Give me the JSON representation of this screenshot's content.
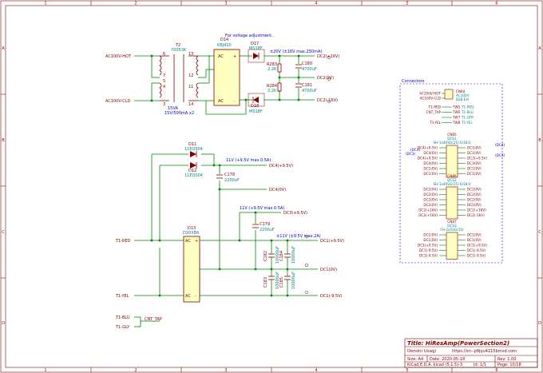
{
  "frame": {
    "col_labels": [
      "1",
      "2",
      "3",
      "4",
      "5",
      "6"
    ],
    "row_labels": [
      "A",
      "B",
      "C",
      "D"
    ]
  },
  "notes": {
    "voltage_adjust": "For voltage adjustment.",
    "v20": "±20V (±16V max.250mA)",
    "v11a": "11V (+9.5V max.0.5A)",
    "v11b": "11V (+9.5V max.0.5A)",
    "v11c": "±11V (±9.5V max.2A)",
    "t2_rating": "15VA",
    "t2_out": "15V/500mA x2"
  },
  "ports": {
    "ac_hot": "AC100V-HOT",
    "ac_cld": "AC100V-CLD",
    "t1_red": "T1-RED",
    "t1_yel": "T1-YEL",
    "t1_blu": "T1-BLU",
    "t1_gly": "T1-GLY",
    "dc2_p16": "DC2(+16V)",
    "dc2_0": "DC2(0V)",
    "dc2_m16": "DC2(-16V)",
    "dc4_p95": "DC4(+9.5V)",
    "dc4_0": "DC4(0V)",
    "dc3_p95": "DC3(+9.5V)",
    "dc1_p95": "DC1(+9.5V)",
    "dc1_0": "DC1(0V)",
    "dc1_m95": "DC1(-9.5V)",
    "cnt_tap": "CNT_TAP"
  },
  "parts": {
    "t2": {
      "ref": "T2",
      "val": "70053K",
      "pins": [
        "6",
        "7",
        "5",
        "4",
        "3",
        "13",
        "12",
        "11",
        "14"
      ]
    },
    "d14": {
      "ref": "D14",
      "val": "KBJ410"
    },
    "d17": {
      "ref": "D17",
      "val": "MS18F"
    },
    "d18": {
      "ref": "D18",
      "val": "MS18F"
    },
    "r283": {
      "ref": "R283",
      "val": "2.2K"
    },
    "r284": {
      "ref": "R284",
      "val": "2.2K"
    },
    "c180": {
      "ref": "C180",
      "val": "4700uF"
    },
    "c181": {
      "ref": "C181",
      "val": "4700uF"
    },
    "d11": {
      "ref": "D11",
      "val": "11EQS04"
    },
    "d12": {
      "ref": "D12",
      "val": "11EQS04"
    },
    "c178": {
      "ref": "C178",
      "val": "2200uF"
    },
    "c179": {
      "ref": "C179",
      "val": "2200uF"
    },
    "d13": {
      "ref": "D13",
      "val": "D20XB6"
    },
    "c182": {
      "ref": "C182",
      "val": "10000uF"
    },
    "c183": {
      "ref": "C183",
      "val": "10000uF"
    },
    "c184": {
      "ref": "C184",
      "val": "10000uF"
    },
    "c185": {
      "ref": "C185",
      "val": "10000uF"
    }
  },
  "rectifier_pins": {
    "ac": "AC",
    "plus": "+",
    "minus": "-"
  },
  "connectors": {
    "title": "Connectors",
    "cn84": {
      "ref": "CN84",
      "val": "AC100V",
      "type": "B2B-EH",
      "pins": [
        "AC100V-HOT",
        "AC100V-CLD"
      ]
    },
    "tw": [
      {
        "port": "T1-RED",
        "ref": "TW5",
        "net": "T1-RED"
      },
      {
        "port": "CNT_TAP",
        "ref": "TW6",
        "net": "T1-BLU"
      },
      {
        "port": "",
        "ref": "TW7",
        "net": "T1-GRY"
      },
      {
        "port": "T1-YEL",
        "ref": "TW8",
        "net": "T1-YEL"
      }
    ],
    "cn85": {
      "ref": "CN85",
      "val": "DCS1",
      "type": "SH-1x40SG(25) 6/16/3",
      "left": [
        "DC4(+9.5V)",
        "DC4(0V)",
        "DC4(+9.5V)",
        "DC4(0V)",
        "DC1(0V)",
        "DC1(0V)"
      ],
      "right": [
        "DC1(0V)",
        "DC1(0V)",
        "DC3(+9.5V)",
        "DC3(0V)",
        "DC1(0V)",
        "DC1(0V)"
      ],
      "side_left": [
        "(DC4)",
        "(DC3)"
      ],
      "side_right": [
        "(DC4)",
        "(DC3)"
      ]
    },
    "cn86": {
      "ref": "CN86",
      "val": "DCS2",
      "type": "SH-1x40SG(25) 6/16/3",
      "left": [
        "DC2(0V)",
        "DC2(0V)",
        "DC2(0V)",
        "DC2(0V)",
        "DC2(+16V)",
        "DC2(+16V)"
      ],
      "right": [
        "DC2(0V)",
        "DC2(0V)",
        "DC2(0V)",
        "DC2(0V)",
        "DC2(+16V)",
        "DC2(-16V)"
      ]
    },
    "cn87": {
      "ref": "CN87",
      "val": "DCS3",
      "type": "FH-2x5SG(10)",
      "left": [
        "DC1(0V)",
        "DC1(0V)",
        "DC1(+9.5V)",
        "DC1(-9.5V)",
        "DC1(-9.5V)"
      ],
      "right": [
        "DC1(0V)",
        "DC1(0V)",
        "DC1(+9.5V)",
        "DC1(-9.5V)",
        "DC1(-9.5V)"
      ]
    }
  },
  "title_block": {
    "title": "Title:  HiResAmp(PowerSection2)",
    "author": "Denshi Usagi",
    "url": "https://xn--p8jqu4215bmxd.com",
    "size": "Size: A4",
    "date": "Date: 2020-05-18",
    "rev": "Rev: 1.00",
    "tool": "KiCad E.D.A.  kicad (5.1.5)-3",
    "id": "Id: 1/1",
    "page": "Page: 10/18"
  },
  "colors": {
    "wire": "#008400",
    "part": "#840000",
    "label": "#840000",
    "value": "#008484",
    "note": "#0000c2",
    "frame": "#840000",
    "cbox": "#0000c2"
  }
}
